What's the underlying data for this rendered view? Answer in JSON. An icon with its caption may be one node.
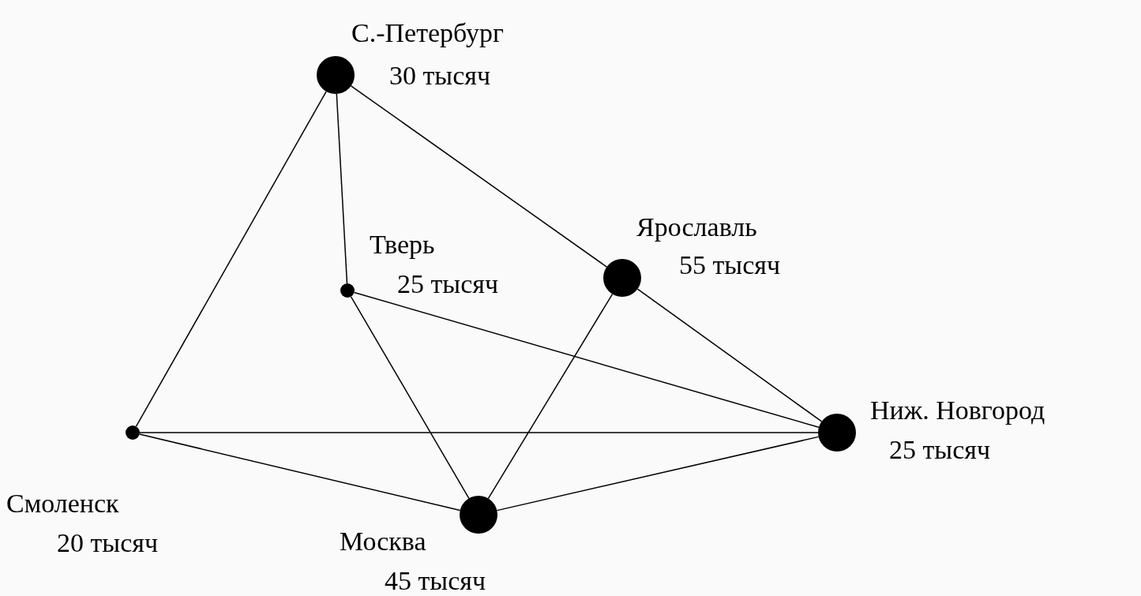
{
  "diagram": {
    "nodes": [
      {
        "text": [],
        "shape": "circle",
        "beside": [
          "С.-Петербург",
          "30 тысяч"
        ]
      },
      {
        "text": [],
        "shape": "circle",
        "beside": [
          "Ярославль",
          "55 тысяч"
        ]
      },
      {
        "text": [],
        "shape": "circle",
        "beside": [
          "Тверь",
          "25 тысяч"
        ]
      },
      {
        "text": [],
        "shape": "circle",
        "beside": [
          "Ниж. Новгород",
          "25 тысяч"
        ]
      },
      {
        "text": [],
        "shape": "circle",
        "beside": [
          "Смоленск",
          "20 тысяч"
        ]
      },
      {
        "text": [],
        "shape": "circle",
        "beside": [
          "Москва",
          "45 тысяч"
        ]
      }
    ],
    "edges": [
      {
        "from": 0,
        "to": 4,
        "arrow": "none"
      },
      {
        "from": 0,
        "to": 2,
        "arrow": "none"
      },
      {
        "from": 0,
        "to": 1,
        "arrow": "none"
      },
      {
        "from": 1,
        "to": 3,
        "arrow": "none"
      },
      {
        "from": 1,
        "to": 5,
        "arrow": "none"
      },
      {
        "from": 2,
        "to": 3,
        "arrow": "none"
      },
      {
        "from": 2,
        "to": 5,
        "arrow": "none"
      },
      {
        "from": 4,
        "to": 3,
        "arrow": "none"
      },
      {
        "from": 4,
        "to": 5,
        "arrow": "none"
      },
      {
        "from": 5,
        "to": 3,
        "arrow": "none"
      }
    ]
  }
}
